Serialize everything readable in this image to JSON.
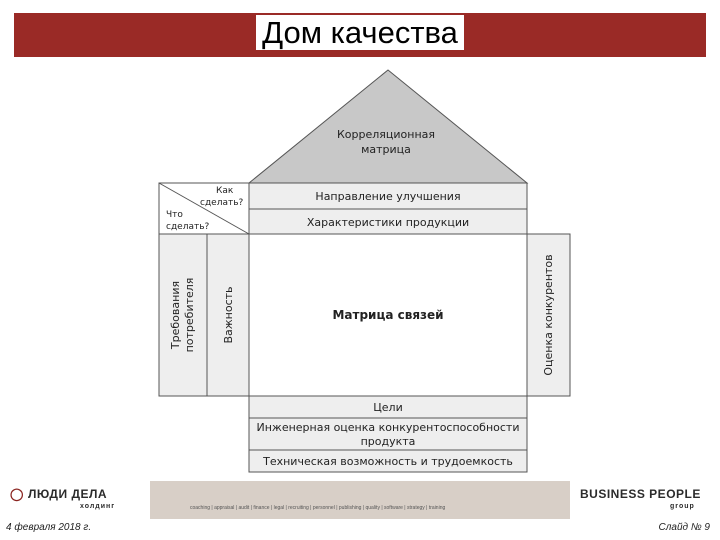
{
  "slide": {
    "title": "Дом качества",
    "date": "4 февраля 2018 г.",
    "slide_number": "Слайд № 9"
  },
  "house": {
    "roof": [
      "Корреляционная",
      "матрица"
    ],
    "how": [
      "Как",
      "сделать?"
    ],
    "what": [
      "Что",
      "сделать?"
    ],
    "direction": "Направление улучшения",
    "characteristics": "Характеристики продукции",
    "requirements": [
      "Требования",
      "потребителя"
    ],
    "importance": "Важность",
    "matrix": "Матрица связей",
    "competitor": "Оценка конкурентов",
    "goals": "Цели",
    "engineering": [
      "Инженерная оценка конкурентоспособности",
      "продукта"
    ],
    "feasibility": "Техническая возможность и трудоемкость"
  },
  "footer": {
    "left_logo_name": "ЛЮДИ ДЕЛА",
    "left_logo_sub": "холдинг",
    "right_logo_name": "BUSINESS PEOPLE",
    "right_logo_sub": "group",
    "services": "coaching | appraisal | audit | finance | legal | recruiting | personnel | publishing | quality | software | strategy | training"
  },
  "colors": {
    "title_bar": "#9a2a26",
    "roof": "#c8c8c8",
    "header_cells": "#eeeeee",
    "footer_band": "#d8cfc7"
  }
}
